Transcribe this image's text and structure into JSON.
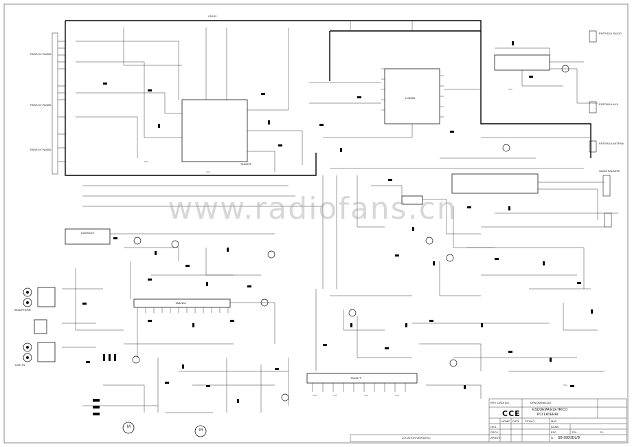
{
  "watermark": "www.radiofans.cn",
  "connector_top": "CN102",
  "left_labels": [
    "PARA 5V PAINEL",
    "PARA 5V PAINEL",
    "PARA 5V PAINEL"
  ],
  "right_labels": {
    "entrada_radio": "ENTRADA RADIO",
    "entrada_aux": "ENTRADA AUX",
    "entrada_antena": "ENTRADA ANTENA",
    "saida_falante": "SAIDA FALANTE"
  },
  "ics": {
    "ic_top": "TA8410F",
    "ic_mcu": "LC8628",
    "ic_amp_left": "TA8415L",
    "ic_amp_bottom": "TA2417F",
    "ic_reg": "LM2940CT"
  },
  "misc": {
    "headphone": "HEADPHONE",
    "line_in": "LINE IN",
    "motor_a": "M",
    "motor_b": "M",
    "bottom_note": "LOCATION   VER/DESC"
  },
  "title_block": {
    "brand": "CCE",
    "description": "ESQUEMA ELETRICO",
    "sub_description": "PCI LATERAL",
    "denomination_label": "DENOMINACAO",
    "code": "SB-990/3DL/B",
    "rows": [
      {
        "role": "DES.",
        "name": "NOME",
        "date": "DATA"
      },
      {
        "role": "PROJ.",
        "name": "",
        "date": ""
      },
      {
        "role": "APROV.",
        "name": "",
        "date": ""
      }
    ],
    "fields": {
      "mat": "MAT.",
      "acab": "ACAB.",
      "esc": "ESC.",
      "tol": "TOL.",
      "fl": "FL.",
      "num": "N.",
      "titulo": "TITULO"
    },
    "revision": "REV.  DATA  ALT."
  }
}
